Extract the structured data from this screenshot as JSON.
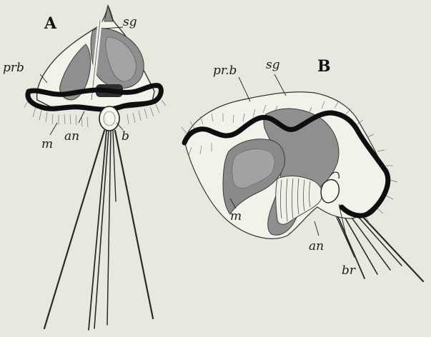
{
  "panels": [
    {
      "letter": "A",
      "labels": {
        "sg": "sg",
        "prb": "prb",
        "m": "m",
        "an": "an",
        "b": "b"
      }
    },
    {
      "letter": "B",
      "labels": {
        "prb": "pr.b",
        "sg": "sg",
        "m": "m",
        "an": "an",
        "br": "br"
      }
    }
  ],
  "colors": {
    "background": "#e9e8df",
    "ink": "#111111",
    "gut": "#8f8f8f"
  }
}
